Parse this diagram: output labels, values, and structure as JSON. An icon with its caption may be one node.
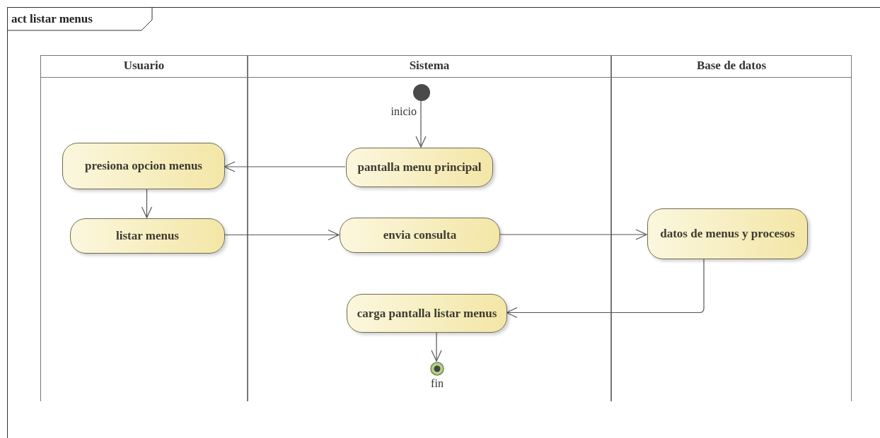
{
  "diagram": {
    "title": "act listar menus",
    "nodes": [
      {
        "text": [
          "Usuario"
        ]
      },
      {
        "text": [
          "Sistema"
        ]
      },
      {
        "text": [
          "Base de datos"
        ]
      },
      {
        "text": [],
        "shape": "circle",
        "in": 1,
        "beside": [
          "inicio"
        ]
      },
      {
        "text": [
          "pantalla menu principal"
        ],
        "in": 1
      },
      {
        "text": [
          "presiona opcion menus"
        ],
        "in": 0
      },
      {
        "text": [
          "listar menus"
        ],
        "in": 0
      },
      {
        "text": [
          "envia consulta"
        ],
        "in": 1
      },
      {
        "text": [
          "datos de menus y procesos"
        ],
        "in": 2
      },
      {
        "text": [
          "carga pantalla listar menus"
        ],
        "in": 1
      },
      {
        "text": [],
        "shape": "circle",
        "in": 1,
        "beside": [
          "fin"
        ]
      }
    ],
    "edges": [
      {
        "from": 3,
        "to": 4,
        "arrow": "to"
      },
      {
        "from": 4,
        "to": 5,
        "arrow": "to"
      },
      {
        "from": 5,
        "to": 6,
        "arrow": "to"
      },
      {
        "from": 6,
        "to": 7,
        "arrow": "to"
      },
      {
        "from": 7,
        "to": 8,
        "arrow": "to"
      },
      {
        "from": 8,
        "to": 9,
        "arrow": "to"
      },
      {
        "from": 9,
        "to": 10,
        "arrow": "to"
      }
    ]
  }
}
